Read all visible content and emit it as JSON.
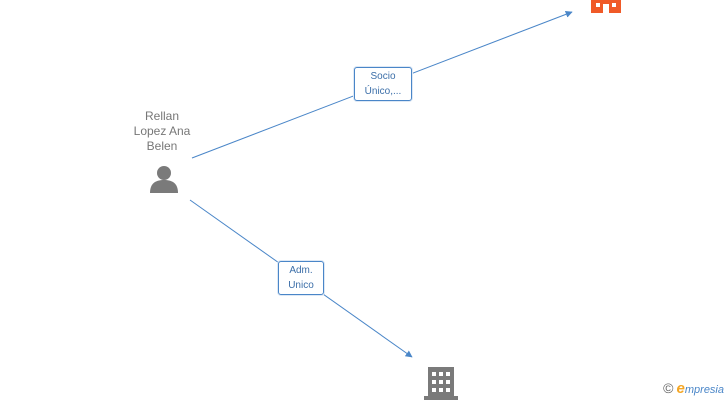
{
  "person": {
    "name_line1": "Rellan",
    "name_line2": "Lopez Ana",
    "name_line3": "Belen"
  },
  "edges": [
    {
      "label_line1": "Socio",
      "label_line2": "Único,..."
    },
    {
      "label_line1": "Adm.",
      "label_line2": "Unico"
    }
  ],
  "colors": {
    "edge": "#4a86c8",
    "person_icon": "#7a7a7a",
    "company_main": "#f05a28",
    "company_other": "#7a7a7a"
  },
  "watermark": {
    "symbol": "©",
    "brand_first": "e",
    "brand_rest": "mpresia"
  }
}
